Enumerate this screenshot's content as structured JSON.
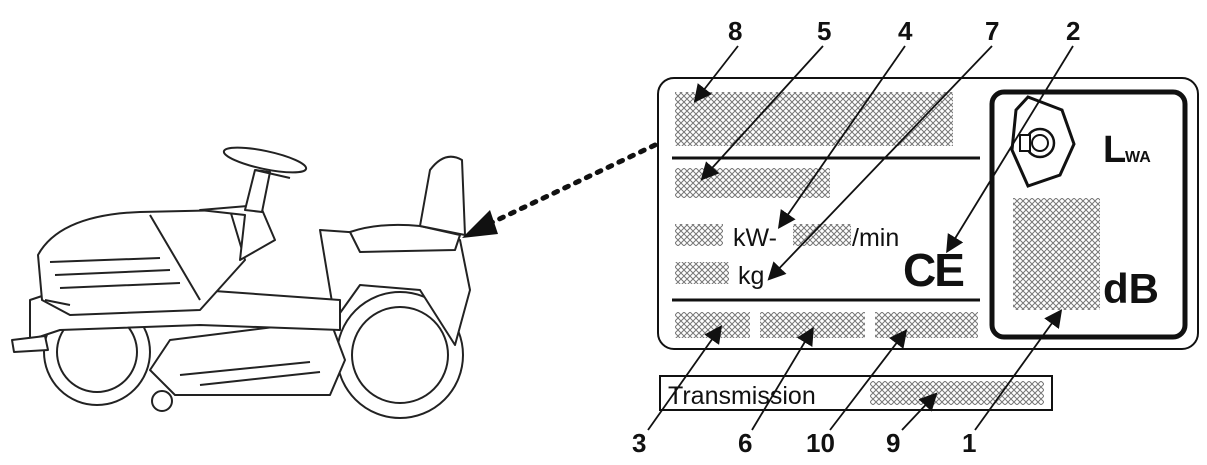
{
  "callouts_top": [
    "8",
    "5",
    "4",
    "7",
    "2"
  ],
  "callouts_bottom": [
    "3",
    "6",
    "10",
    "9",
    "1"
  ],
  "plate": {
    "power_unit": "kW-",
    "speed_unit": "/min",
    "mass_unit": "kg",
    "ce_mark": "CE",
    "sound_power_symbol": "L",
    "sound_power_subscript": "WA",
    "sound_unit": "dB"
  },
  "transmission_label": "Transmission",
  "icons": [
    "lawn-tractor-illustration",
    "speaker-hexagon-icon",
    "ce-mark",
    "dotted-pointer-arrow"
  ],
  "colors": {
    "ink": "#111111",
    "hatch": "#8a8a8a",
    "paper": "#ffffff"
  }
}
